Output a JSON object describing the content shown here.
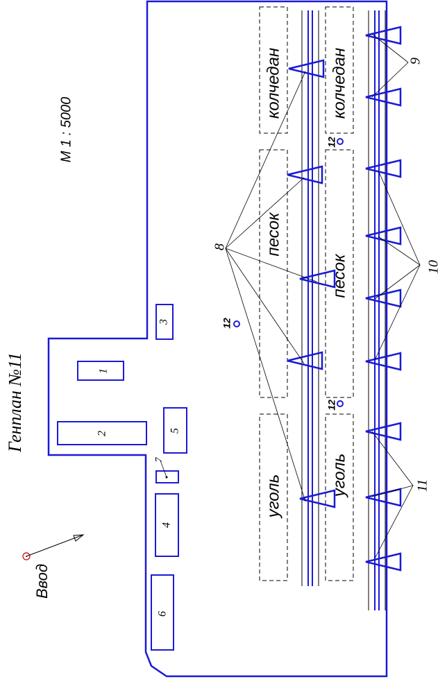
{
  "title": "Генплан №11",
  "scale": "М 1 : 5000",
  "entrance_label": "Ввод",
  "buildings": {
    "b1": "1",
    "b2": "2",
    "b3": "3",
    "b4": "4",
    "b5": "5",
    "b6": "6",
    "b7": "7"
  },
  "storage": {
    "kolchedan": "колчедан",
    "pesok": "песок",
    "ugol": "уголь"
  },
  "callouts": {
    "n8": "8",
    "n9": "9",
    "n10": "10",
    "n11": "11",
    "n12": "12"
  },
  "colors": {
    "outline": "#1a1ad6",
    "lines": "#000000",
    "marker": "#cc0000"
  }
}
